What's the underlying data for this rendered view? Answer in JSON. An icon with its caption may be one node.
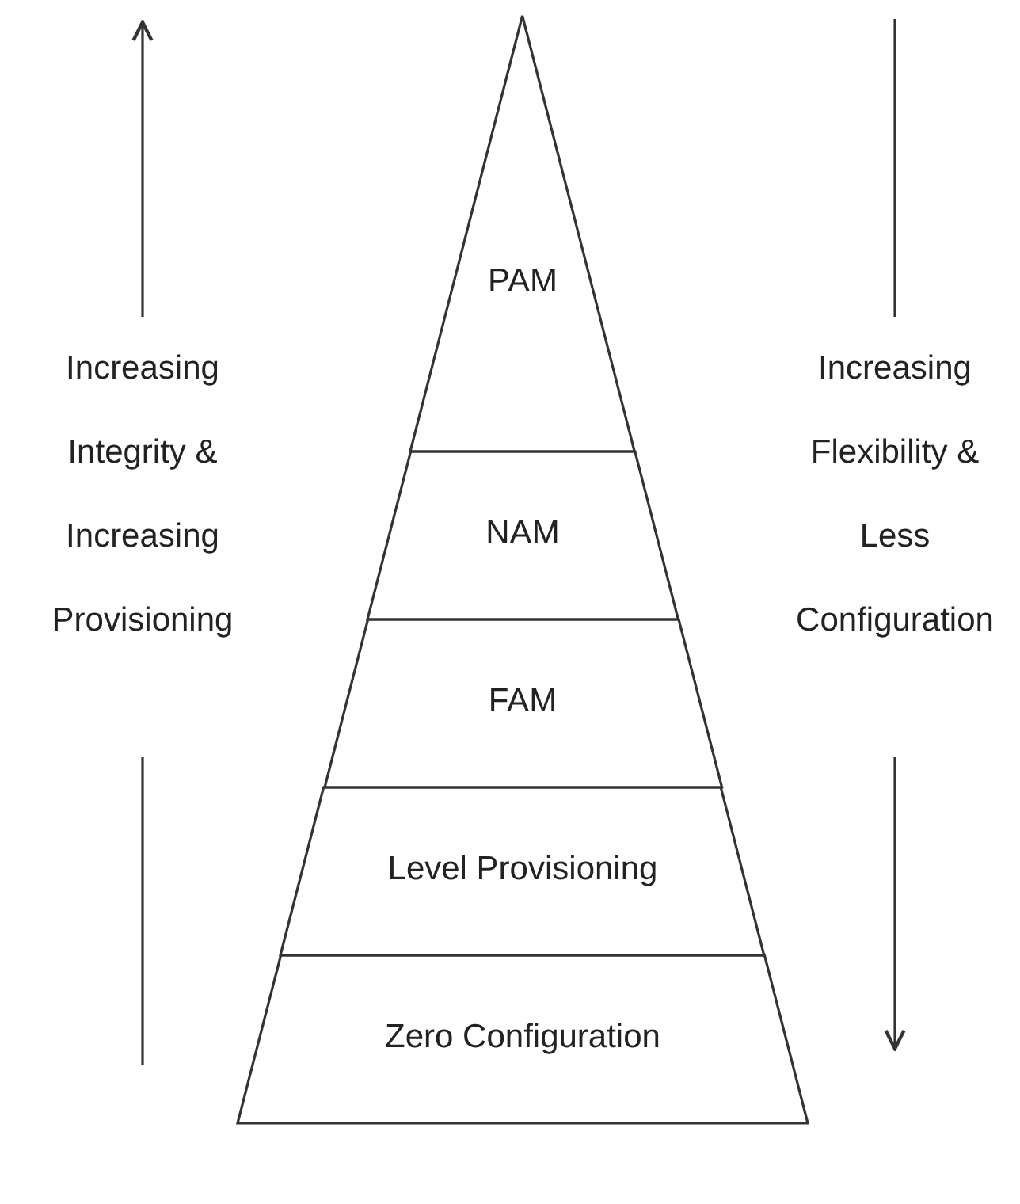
{
  "diagram": {
    "nodes": [
      {
        "text": [
          "PAM"
        ]
      },
      {
        "text": [
          "NAM"
        ]
      },
      {
        "text": [
          "FAM"
        ]
      },
      {
        "text": [
          "Level Provisioning"
        ]
      },
      {
        "text": [
          "Zero Configuration"
        ]
      }
    ],
    "labels": [
      "Increasing Integrity & Increasing Provisioning",
      "Increasing Flexibility & Less Configuration"
    ]
  }
}
